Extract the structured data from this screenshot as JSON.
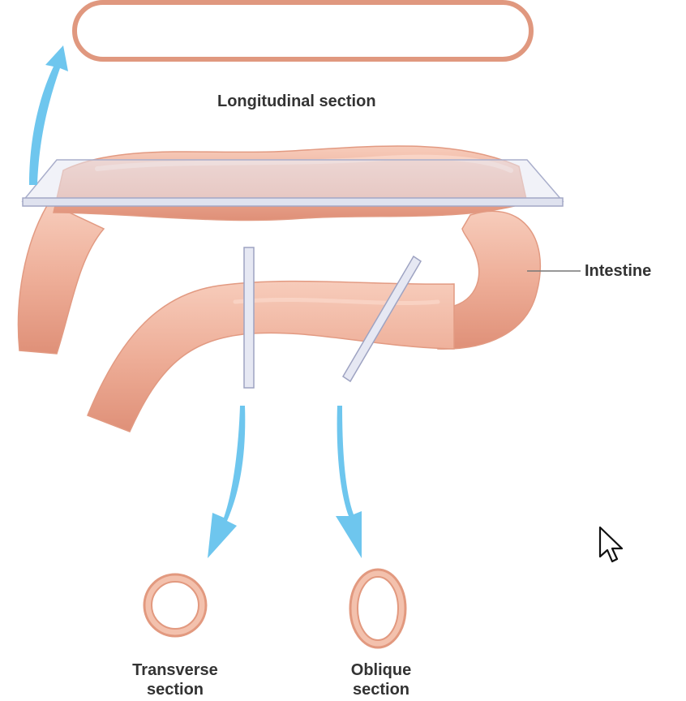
{
  "labels": {
    "longitudinal": "Longitudinal section",
    "intestine": "Intestine",
    "transverse_line1": "Transverse",
    "transverse_line2": "section",
    "oblique_line1": "Oblique",
    "oblique_line2": "section"
  },
  "colors": {
    "tissue_fill": "#eaa892",
    "tissue_light": "#f6c9b8",
    "tissue_outline": "#d98c74",
    "arrow": "#6ec6ee",
    "plane_fill": "#e4e6f2",
    "plane_edge": "#a9aecb",
    "text": "#333333"
  },
  "icons": {
    "cursor": "mouse-pointer-icon"
  }
}
